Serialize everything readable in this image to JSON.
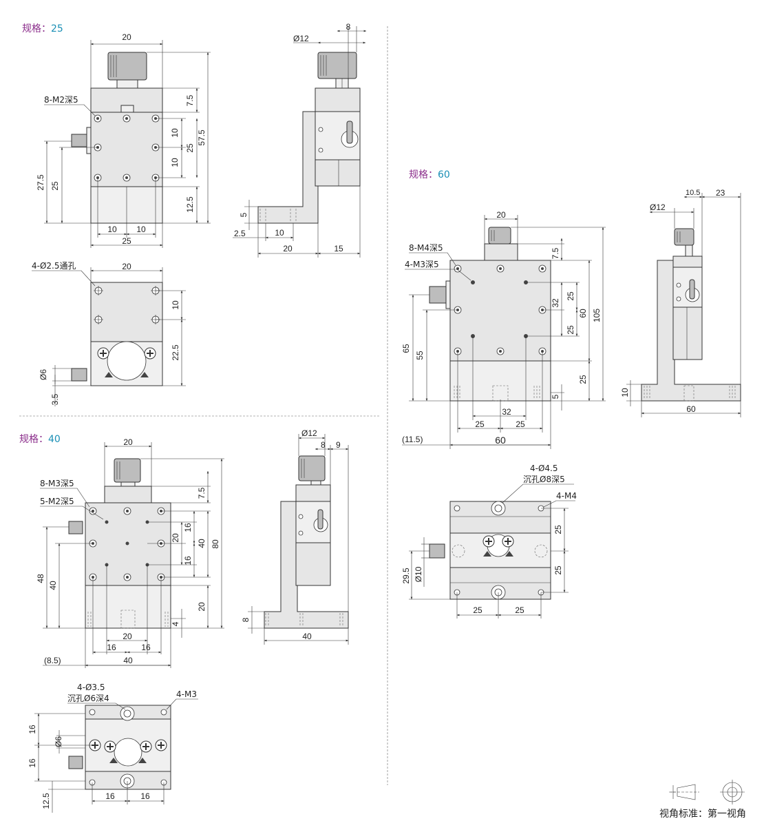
{
  "spec_label": "规格：",
  "colors": {
    "spec_key": "#8b2d8b",
    "spec_value": "#1a8fb5"
  },
  "spec25": {
    "value": "25",
    "front": {
      "w_top": "20",
      "h_7_5": "7.5",
      "h_57_5": "57.5",
      "h_10a": "10",
      "h_25": "25",
      "h_10b": "10",
      "h_12_5": "12.5",
      "h_27_5": "27.5",
      "h_25b": "25",
      "b_10a": "10",
      "b_10b": "10",
      "b_25": "25",
      "holes": "8-M2深5"
    },
    "side": {
      "d12": "Ø12",
      "t8": "8",
      "h5": "5",
      "l2_5": "2.5",
      "b10": "10",
      "b20": "20",
      "b15": "15"
    },
    "bottom": {
      "w20": "20",
      "holes": "4-Ø2.5通孔",
      "h10": "10",
      "h22_5": "22.5",
      "d6": "Ø6",
      "h3_5": "3.5"
    }
  },
  "spec40": {
    "value": "40",
    "front": {
      "w20": "20",
      "holes_a": "8-M3深5",
      "holes_b": "5-M2深5",
      "h7_5": "7.5",
      "h16a": "16",
      "h20": "20",
      "h40": "40",
      "h16b": "16",
      "h80": "80",
      "h20b": "20",
      "h4": "4",
      "h48": "48",
      "h40b": "40",
      "b20": "20",
      "b16a": "16",
      "b16b": "16",
      "l8_5": "(8.5)",
      "b40": "40"
    },
    "side": {
      "d12": "Ø12",
      "t8": "8",
      "t9": "9",
      "h8": "8",
      "b40": "40"
    },
    "bottom": {
      "holes_a": "4-Ø3.5",
      "holes_a2": "沉孔Ø6深4",
      "holes_b": "4-M3",
      "h16a": "16",
      "d6": "Ø6",
      "h16b": "16",
      "h12_5": "12.5",
      "b16a": "16",
      "b16b": "16"
    }
  },
  "spec60": {
    "value": "60",
    "front": {
      "w20": "20",
      "holes_a": "8-M4深5",
      "holes_b": "4-M3深5",
      "h7_5": "7.5",
      "h25a": "25",
      "h32": "32",
      "h60": "60",
      "h105": "105",
      "h25b": "25",
      "h25c": "25",
      "h5": "5",
      "h65": "65",
      "h55": "55",
      "b32": "32",
      "b25a": "25",
      "b25b": "25",
      "l11_5": "(11.5)",
      "b60": "60"
    },
    "side": {
      "t10_5": "10.5",
      "t23": "23",
      "d12": "Ø12",
      "h10": "10",
      "b60": "60"
    },
    "bottom": {
      "holes_a": "4-Ø4.5",
      "holes_a2": "沉孔Ø8深5",
      "holes_b": "4-M4",
      "h25a": "25",
      "h25b": "25",
      "h29_5": "29.5",
      "d10": "Ø10",
      "b25a": "25",
      "b25b": "25"
    }
  },
  "projection": {
    "label": "视角标准：第一视角"
  }
}
